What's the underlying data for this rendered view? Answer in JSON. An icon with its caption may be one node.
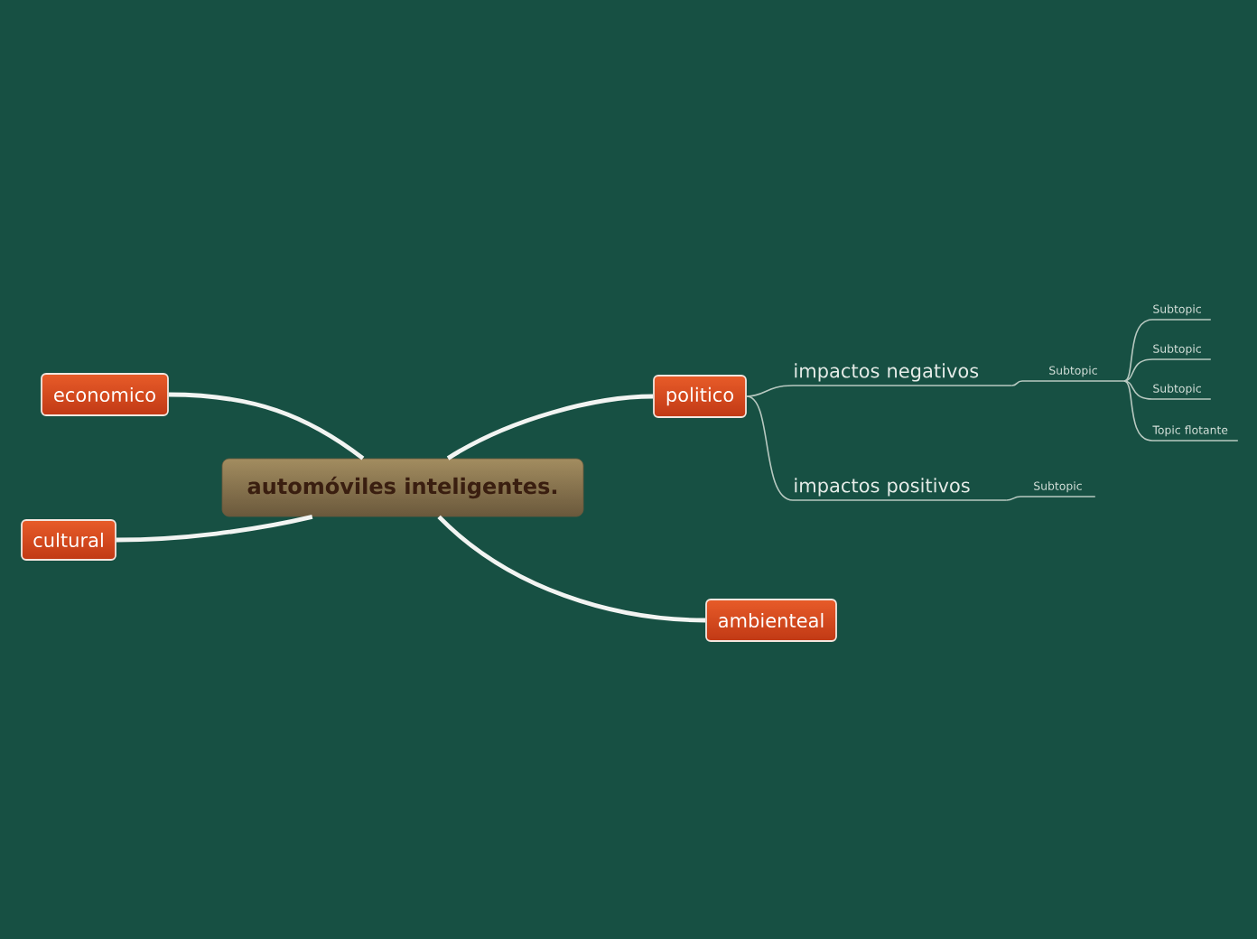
{
  "diagram": {
    "nodes": [
      {
        "text": [
          "automóviles inteligentes."
        ]
      },
      {
        "text": [
          "economico"
        ]
      },
      {
        "text": [
          "cultural"
        ]
      },
      {
        "text": [
          "politico"
        ]
      },
      {
        "text": [
          "ambienteal"
        ]
      },
      {
        "text": [
          "impactos negativos"
        ]
      },
      {
        "text": [
          "impactos positivos"
        ]
      },
      {
        "text": [
          "Subtopic"
        ]
      },
      {
        "text": [
          "Subtopic"
        ]
      },
      {
        "text": [
          "Subtopic"
        ]
      },
      {
        "text": [
          "Subtopic"
        ]
      },
      {
        "text": [
          "Topic flotante"
        ]
      },
      {
        "text": [
          "Subtopic"
        ]
      }
    ],
    "edges": [
      {
        "from": 0,
        "to": 1,
        "arrow": "none",
        "style": "thick",
        "color": "#f2f4f2"
      },
      {
        "from": 0,
        "to": 2,
        "arrow": "none",
        "style": "thick",
        "color": "#f2f4f2"
      },
      {
        "from": 0,
        "to": 3,
        "arrow": "none",
        "style": "thick",
        "color": "#f2f4f2"
      },
      {
        "from": 0,
        "to": 4,
        "arrow": "none",
        "style": "thick",
        "color": "#f2f4f2"
      },
      {
        "from": 3,
        "to": 5,
        "arrow": "none"
      },
      {
        "from": 3,
        "to": 6,
        "arrow": "none"
      },
      {
        "from": 5,
        "to": 7,
        "arrow": "none"
      },
      {
        "from": 7,
        "to": 8,
        "arrow": "none"
      },
      {
        "from": 7,
        "to": 9,
        "arrow": "none"
      },
      {
        "from": 7,
        "to": 10,
        "arrow": "none"
      },
      {
        "from": 7,
        "to": 11,
        "arrow": "none"
      },
      {
        "from": 6,
        "to": 12,
        "arrow": "none"
      }
    ]
  }
}
